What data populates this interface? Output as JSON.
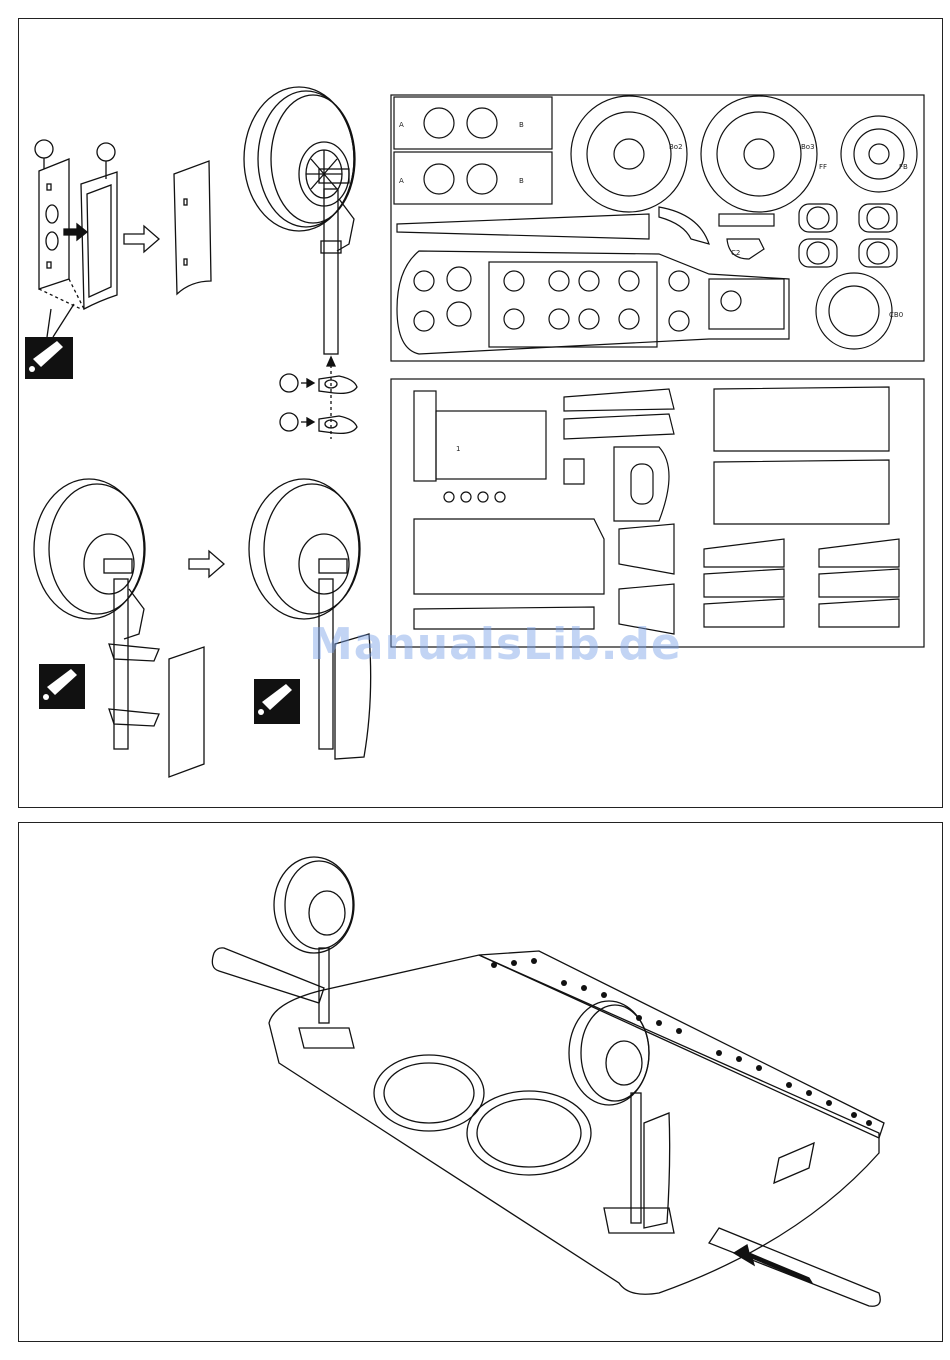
{
  "watermark": "ManualsLib.de",
  "sheet_a_labels": {
    "part_a1": "A",
    "part_a2": "A",
    "part_b1": "B",
    "part_b2": "B",
    "bo2": "Bo2",
    "bo3": "Bo3",
    "fb": "FB",
    "ff": "FF",
    "c2": "C2",
    "cb0": "CB0"
  },
  "sheet_b_labels": {
    "frame1": "1"
  },
  "icons": [
    "glue-bottle-icon",
    "arrow-right-icon",
    "arrow-up-icon",
    "insert-arrow-icon"
  ]
}
